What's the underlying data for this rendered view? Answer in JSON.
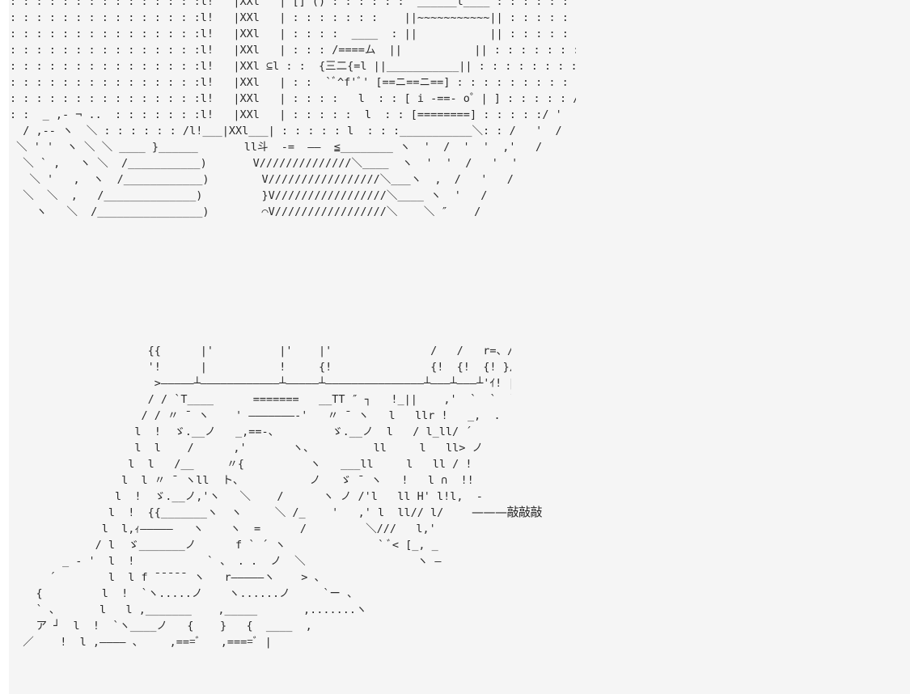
{
  "art_top": [
    ": : : : : : : : : : : : : : :l!   |XXl   | [] () : : : : : :  ______l____ : : : : : : : : : : : : : : : : : : : : : : : : :",
    ": : : : : : : : : : : : : : :l!   |XXl   | : : : : : : :    ||~~~~~~~~~~~|| : : : : : : : : : : : : : : : : : : : : : : : : :",
    ": : : : : : : : : : : : : : :l!   |XXl   | : : : :  ____  : ||           || : : : : : : : : : : : : : : : : : : : : : : : : :",
    ": : : : : : : : : : : : : : :l!   |XXl   | : : : /====ム  ||           || : : : : : : : : : : : : : : : : : : : : : : : : :",
    ": : : : : : : : : : : : : : :l!   |XXl ⊆l : :  {三二{=l ||___________|| : : : : : : : : : : : : : : : : : : : : : : : : :",
    ": : : : : : : : : : : : : : :l!   |XXl   | : :  `ﾞ^f'ﾞ' [==ニ==ニ==] : : : : : : : : :  _ . . ¨ -   : : : : : : :",
    ": : : : : : : : : : : : : : :l!   |XXl   | : : : :   l  : : [ i -==- o゜| ] : : : : : / ' '  /   , ,  _ : : : : :",
    ": :  _ ,- ¬ ..  : : : : : : :l!   |XXl   | : : : : :  l  : : [========] : : : : :/ '   '  /  '  '  >  „ : :",
    "  / ,-- ヽ  ＼ : : : : : : /l!___|XXl___| : : : : : l  : : :___________＼: : /   '  /  ,'  '  / .  ,  >",
    " ＼ ' '  ヽ ＼ ＼ ____ }______       ll斗  -=  ——  ≦________ ヽ  '  /  '  '  ,'   /",
    "  ＼ ` ,   ヽ ＼  /___________)       V//////////////＼____  ヽ  '  '  /   '  '",
    "   ＼ '   ,  ヽ  /____________)        V/////////////////＼___ヽ  ,  /   '   /",
    "  ＼  ＼  ,   /______________)         }V/////////////////＼____ ヽ  '   /",
    "    ヽ   ＼  /________________)        ⌒V/////////////////＼    ＼ ″    /"
  ],
  "art_bottom": [
    "                     {{      |'          |'    |'               /   /   r=、/!",
    "                     '!      |           !     {!               {!  {!  {! }/\\'",
    "                      >—————┴————————————┴—————┴———————————————┴———┴———┴'ｲ! |",
    "                     / / `T____      =======   __TT ″ ┐   !_||    ,'  `  `  `  .",
    "                    / / 〃 ¯ ヽ    ' ———————-'   〃 ¯ ヽ   l   llr !   _,  .  .",
    "                   l  !  ゞ.__ノ   _,==-、        ゞ.__ノ  l   / l_ll/ ´",
    "                   l  l    /      ,'       ヽ、         ll     l   ll> ノ",
    "                  l  l   /__     〃{          ヽ   ___ll     l   ll / !",
    "                 l  l 〃 ¯ ヽll  ト、          ノ   ゞ ¯ ヽ   !   l ∩  !!",
    "                l  !  ゞ.__ノ,'ヽ   ＼    /      ヽ ノ /'l   ll H' l!l,  -",
    "               l  !  {{_______ヽ  ヽ     ＼ /_    '   ,' l  ll// l/",
    "              l  l,ｨ—————   ヽ    ヽ  =      /         ＼///   l,'",
    "             / l  ゞ_______ノ      f ` ´ ヽ              ` ﾞ< [_, _",
    "        _ - '  l  !           ` 、 . .  ノ  ＼                 ヽ —",
    "      ´        l  l f ¯¯¯¯¯ ヽ   r—————ヽ    > 、",
    "    {         l  !  `ヽ.....ノ    ヽ......ノ     `ー 、",
    "    ` 、      l   l ,_______    ,_____       ,.......ヽ",
    "    ア ┘  l  !  `ヽ____ノ   {    }   {  ____  ,",
    "  ／    !  l ,———— 、    ,===ﾞ   ,====ﾞ |"
  ],
  "sfx_text": "———敲敲敲"
}
